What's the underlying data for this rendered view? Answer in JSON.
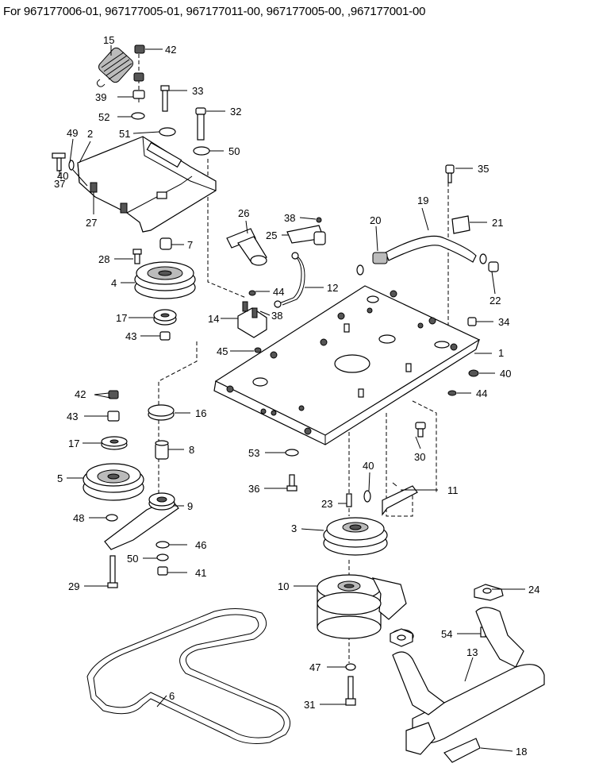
{
  "header": {
    "title": "For 967177006-01, 967177005-01, 967177011-00, 967177005-00, ,967177001-00"
  },
  "parts": [
    {
      "id": "p1",
      "label": "1"
    },
    {
      "id": "p2",
      "label": "2"
    },
    {
      "id": "p3",
      "label": "3"
    },
    {
      "id": "p4",
      "label": "4"
    },
    {
      "id": "p5",
      "label": "5"
    },
    {
      "id": "p6",
      "label": "6"
    },
    {
      "id": "p7",
      "label": "7"
    },
    {
      "id": "p8",
      "label": "8"
    },
    {
      "id": "p9",
      "label": "9"
    },
    {
      "id": "p10",
      "label": "10"
    },
    {
      "id": "p11",
      "label": "11"
    },
    {
      "id": "p12",
      "label": "12"
    },
    {
      "id": "p13",
      "label": "13"
    },
    {
      "id": "p14",
      "label": "14"
    },
    {
      "id": "p15",
      "label": "15"
    },
    {
      "id": "p16",
      "label": "16"
    },
    {
      "id": "p17a",
      "label": "17"
    },
    {
      "id": "p17b",
      "label": "17"
    },
    {
      "id": "p18",
      "label": "18"
    },
    {
      "id": "p19",
      "label": "19"
    },
    {
      "id": "p20",
      "label": "20"
    },
    {
      "id": "p21",
      "label": "21"
    },
    {
      "id": "p22",
      "label": "22"
    },
    {
      "id": "p23",
      "label": "23"
    },
    {
      "id": "p24",
      "label": "24"
    },
    {
      "id": "p25",
      "label": "25"
    },
    {
      "id": "p26",
      "label": "26"
    },
    {
      "id": "p27",
      "label": "27"
    },
    {
      "id": "p28",
      "label": "28"
    },
    {
      "id": "p29",
      "label": "29"
    },
    {
      "id": "p30",
      "label": "30"
    },
    {
      "id": "p31",
      "label": "31"
    },
    {
      "id": "p32",
      "label": "32"
    },
    {
      "id": "p33",
      "label": "33"
    },
    {
      "id": "p34",
      "label": "34"
    },
    {
      "id": "p35",
      "label": "35"
    },
    {
      "id": "p36",
      "label": "36"
    },
    {
      "id": "p37",
      "label": "37"
    },
    {
      "id": "p38a",
      "label": "38"
    },
    {
      "id": "p38b",
      "label": "38"
    },
    {
      "id": "p39",
      "label": "39"
    },
    {
      "id": "p40a",
      "label": "40"
    },
    {
      "id": "p40b",
      "label": "40"
    },
    {
      "id": "p40c",
      "label": "40"
    },
    {
      "id": "p41",
      "label": "41"
    },
    {
      "id": "p42a",
      "label": "42"
    },
    {
      "id": "p42b",
      "label": "42"
    },
    {
      "id": "p43a",
      "label": "43"
    },
    {
      "id": "p43b",
      "label": "43"
    },
    {
      "id": "p44a",
      "label": "44"
    },
    {
      "id": "p44b",
      "label": "44"
    },
    {
      "id": "p45",
      "label": "45"
    },
    {
      "id": "p46",
      "label": "46"
    },
    {
      "id": "p47",
      "label": "47"
    },
    {
      "id": "p48",
      "label": "48"
    },
    {
      "id": "p49",
      "label": "49"
    },
    {
      "id": "p50a",
      "label": "50"
    },
    {
      "id": "p50b",
      "label": "50"
    },
    {
      "id": "p51",
      "label": "51"
    },
    {
      "id": "p52",
      "label": "52"
    },
    {
      "id": "p53",
      "label": "53"
    },
    {
      "id": "p54",
      "label": "54"
    }
  ]
}
